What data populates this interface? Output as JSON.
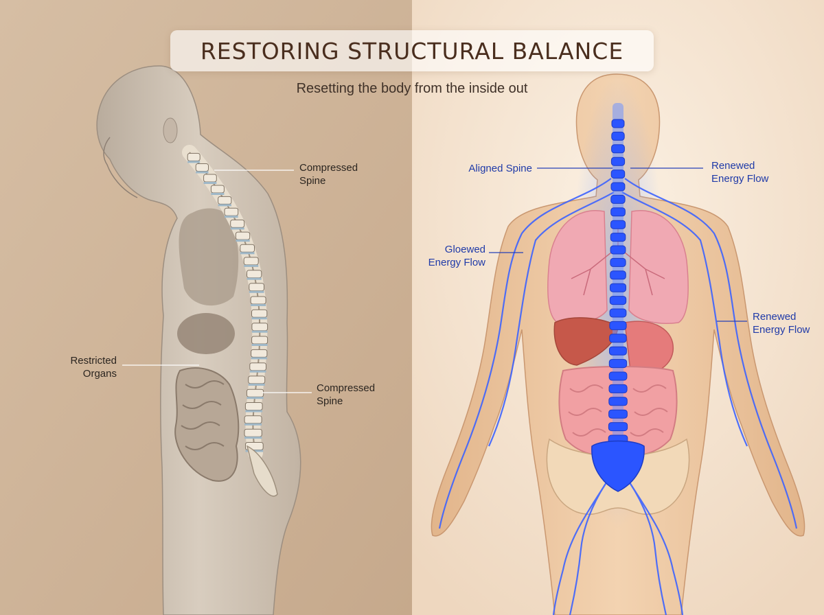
{
  "header": {
    "title": "RESTORING STRUCTURAL BALANCE",
    "subtitle": "Resetting the body from the inside out"
  },
  "left_panel": {
    "labels": {
      "compressed_spine_upper": [
        "Compressed",
        "Spine"
      ],
      "restricted_organs": [
        "Restricted",
        "Organs"
      ],
      "compressed_spine_lower": [
        "Compressed",
        "Spine"
      ]
    }
  },
  "right_panel": {
    "labels": {
      "aligned_spine": [
        "Aligned Spine"
      ],
      "renewed_energy_upper": [
        "Renewed",
        "Energy Flow"
      ],
      "gloewed_energy": [
        "Gloewed",
        "Energy Flow"
      ],
      "renewed_energy_lower": [
        "Renewed",
        "Energy Flow"
      ]
    }
  },
  "colors": {
    "left_bg": "#c9ae93",
    "right_bg": "#f3e2cf",
    "title_text": "#4a2e1e",
    "label_dark": "#2b2520",
    "label_blue": "#1f3aa8",
    "energy_blue": "#2f5bff"
  }
}
